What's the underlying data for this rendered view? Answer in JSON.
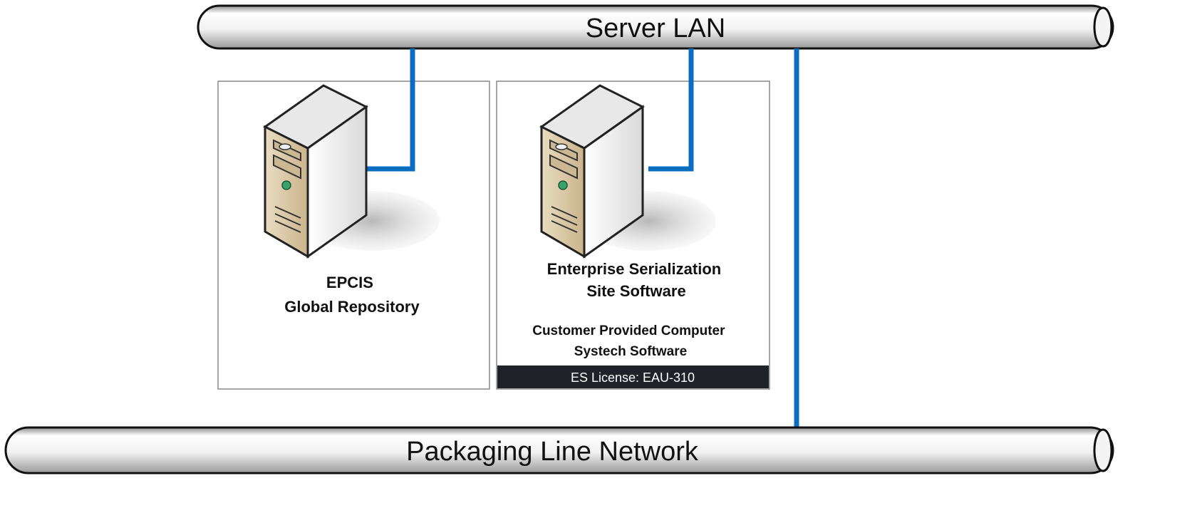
{
  "networks": {
    "server_lan": "Server LAN",
    "packaging_line": "Packaging Line Network"
  },
  "nodes": {
    "epcis": {
      "title_line1": "EPCIS",
      "title_line2": "Global Repository",
      "icon": "server-tower-icon"
    },
    "enterprise": {
      "title_line1": "Enterprise Serialization",
      "title_line2": "Site Software",
      "sub_line1": "Customer Provided Computer",
      "sub_line2": "Systech Software",
      "license": "ES License: EAU-310",
      "icon": "server-tower-icon"
    }
  },
  "colors": {
    "link": "#0a6ec0",
    "license_bar": "#1f2329",
    "server_front": "#d7c6a2",
    "server_side": "#f2f2f2",
    "status_led": "#3aa36a"
  }
}
